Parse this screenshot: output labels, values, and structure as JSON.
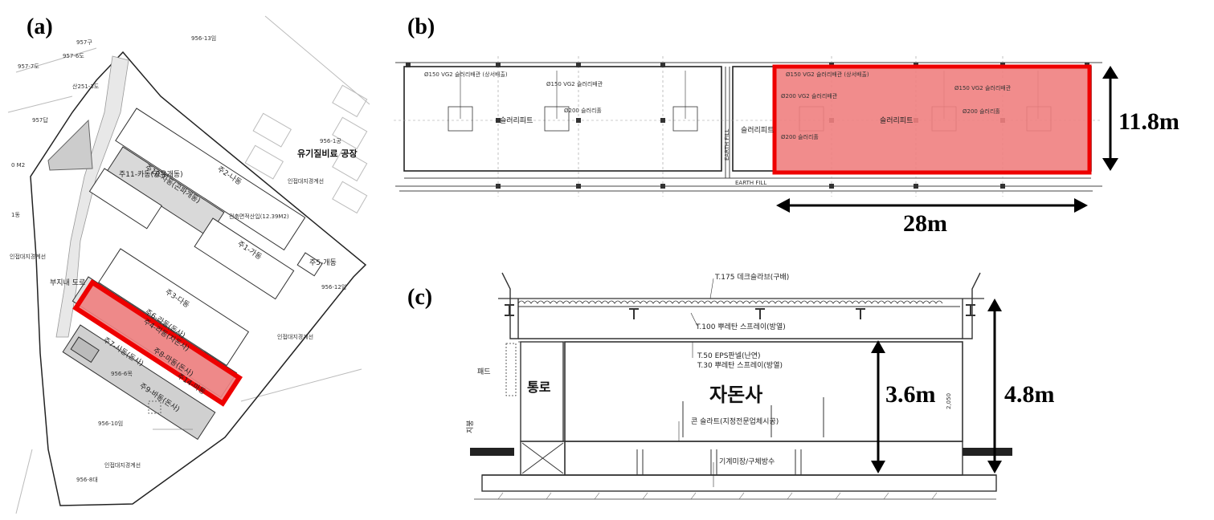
{
  "panels": {
    "a": {
      "label": "(a)",
      "parcels": [
        "957-7도",
        "957구",
        "956-13임",
        "957-6도",
        "산251-3도",
        "957답",
        "956-1공",
        "956-12임",
        "956-6목",
        "956-10임",
        "956-8대"
      ],
      "factory_label": "유기질비료 공장",
      "buildings": [
        "주2-나동",
        "주10-자동(곤파개동)",
        "주11-카동(공유개동)",
        "주1-가동",
        "주3-다동",
        "주5-개동",
        "주6-라동(돈사)",
        "주4-라동(자돈사)",
        "주7-사동(돈사)",
        "주8-마동(돈사)",
        "주14-마동",
        "주9-바동(돈사)"
      ],
      "notes": [
        "인접대지경계선",
        "건축면적산입(12.39M2)",
        "부지내 도로",
        "(돈사)",
        "0 M2",
        "1동"
      ]
    },
    "b": {
      "label": "(b)",
      "pit_labels": [
        "슬러리피트",
        "슬러리피트"
      ],
      "pipe_notes": [
        "Ø150 VG2 슬러리배관 (상서배출)",
        "Ø150 VG2 슬러리배관",
        "Ø200 슬러리홀",
        "Ø150 VG2 슬러리배관 (상서배출)",
        "Ø200 VG2 슬러리배관",
        "Ø150 VG2 슬러리배관",
        "Ø200 슬러리홀",
        "Ø200 슬러리홀"
      ],
      "fill_labels": [
        "EARTH FILL",
        "EARTH FILL"
      ],
      "dimensions": {
        "height": "11.8m",
        "length": "28m"
      }
    },
    "c": {
      "label": "(c)",
      "annotations": {
        "roof": "T.175 데크슬라브(구배)",
        "spray": "T.100 뿌레탄 스프레이(방열)",
        "eps": "T.50 EPS판넬(난연)",
        "spray2": "T.30 뿌레탄 스프레이(방열)",
        "slat": "콘 슬라트(지정전문업체시공)",
        "floor": "기계미장/구체방수",
        "pad": "패드",
        "side": "지붕"
      },
      "rooms": {
        "corridor": "통로",
        "main": "자돈사"
      },
      "dim_text": "2,050",
      "dimensions": {
        "inner": "3.6m",
        "outer": "4.8m"
      }
    }
  },
  "colors": {
    "highlight_fill": "#f08080",
    "highlight_stroke": "#ee0000"
  }
}
